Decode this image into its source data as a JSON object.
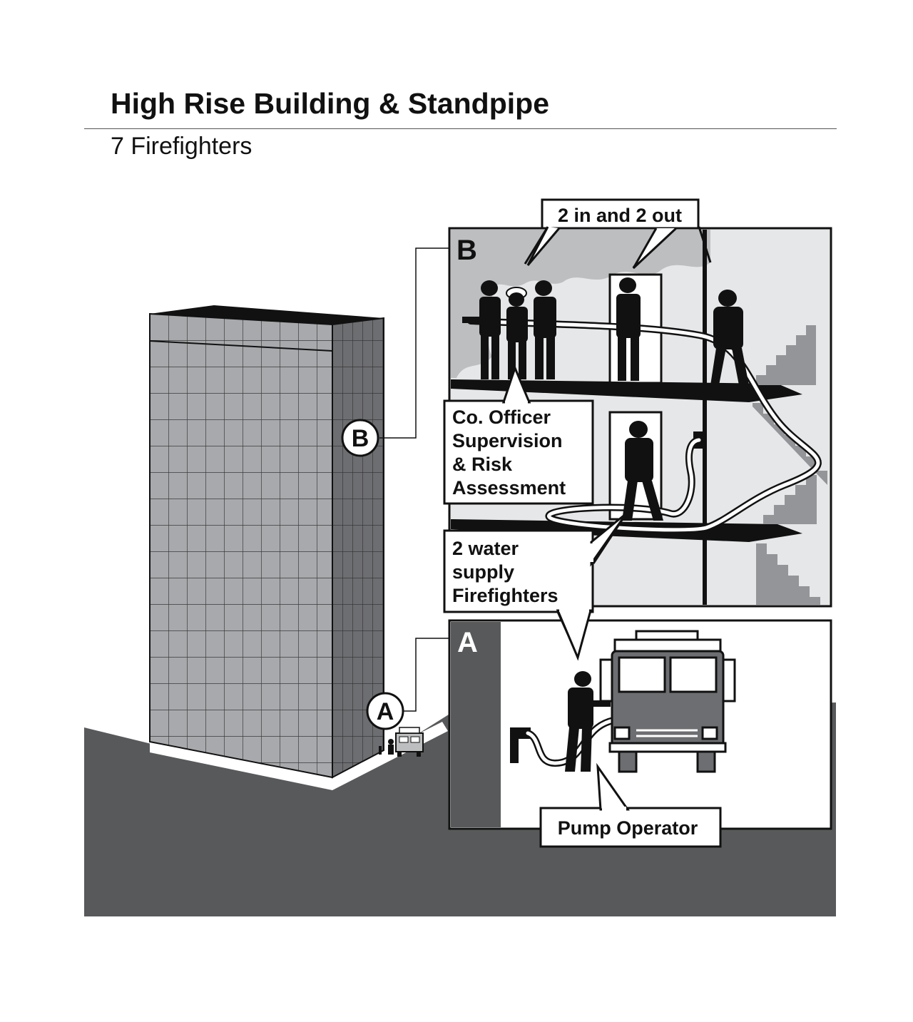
{
  "title": "High Rise Building & Standpipe",
  "subtitle": "7 Firefighters",
  "markers": {
    "b": "B",
    "a": "A"
  },
  "panels": {
    "upper": {
      "letter": "B"
    },
    "lower": {
      "letter": "A"
    }
  },
  "callouts": {
    "two_in_two_out": [
      "2 in and 2 out"
    ],
    "officer": [
      "Co. Officer",
      "Supervision",
      "& Risk",
      "Assessment"
    ],
    "water_supply": [
      "2 water",
      "supply",
      "Firefighters"
    ],
    "pump_operator": [
      "Pump Operator"
    ]
  },
  "colors": {
    "ground": "#58595b",
    "building_face": "#a7a9ac",
    "building_side": "#6d6e71",
    "panel_bg": "#e6e7e8",
    "silhouette": "#111111",
    "outline": "#111111"
  }
}
